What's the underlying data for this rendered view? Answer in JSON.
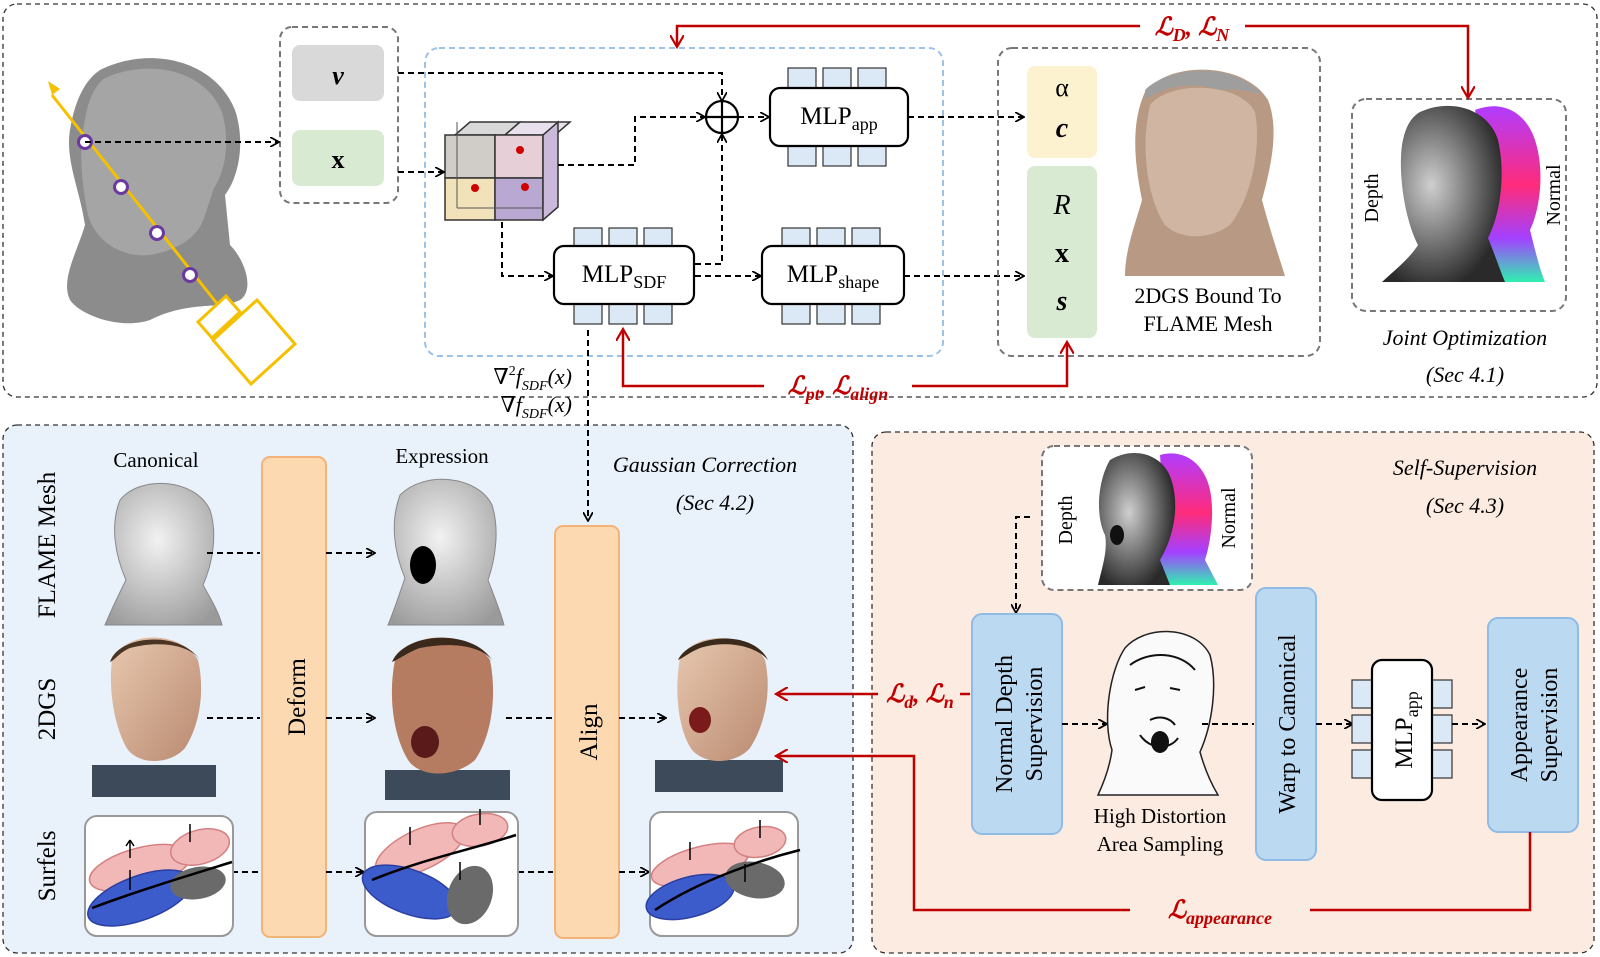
{
  "top": {
    "input_v": "v",
    "input_x": "x",
    "mlp_app": {
      "base": "MLP",
      "sub": "app"
    },
    "mlp_sdf": {
      "base": "MLP",
      "sub": "SDF"
    },
    "mlp_shape": {
      "base": "MLP",
      "sub": "shape"
    },
    "out_alpha": "α",
    "out_c": "c",
    "out_R": "R",
    "out_x": "x",
    "out_s": "s",
    "bound_caption_1": "2DGS Bound To",
    "bound_caption_2": "FLAME Mesh",
    "depth_label": "Depth",
    "normal_label": "Normal",
    "joint_opt": "Joint Optimization",
    "joint_sec": "(Sec 4.1)",
    "loss_top": {
      "a": "ℒ",
      "a_sub": "D",
      "sep": ", ",
      "b": "ℒ",
      "b_sub": "N"
    },
    "loss_pt": {
      "a": "ℒ",
      "a_sub": "pt",
      "sep": ", ",
      "b": "ℒ",
      "b_sub": "align"
    },
    "grad2": {
      "pre": "∇",
      "sup": "2",
      "f": "f",
      "sub": "SDF",
      "arg": "(x)"
    },
    "grad1": {
      "pre": "∇",
      "f": "f",
      "sub": "SDF",
      "arg": "(x)"
    }
  },
  "left": {
    "title": "Gaussian  Correction",
    "sec": "(Sec 4.2)",
    "col_canonical": "Canonical",
    "col_expression": "Expression",
    "row_flame": "FLAME Mesh",
    "row_2dgs": "2DGS",
    "row_surfels": "Surfels",
    "deform": "Deform",
    "align": "Align"
  },
  "right": {
    "title": "Self-Supervision",
    "sec": "(Sec 4.3)",
    "depth_label": "Depth",
    "normal_label": "Normal",
    "normal_depth_1": "Normal Depth",
    "normal_depth_2": "Supervision",
    "high_distortion_1": "High Distortion",
    "high_distortion_2": "Area Sampling",
    "warp": "Warp to Canonical",
    "mlp_app": {
      "base": "MLP",
      "sub": "app"
    },
    "appearance_1": "Appearance",
    "appearance_2": "Supervision",
    "loss_dn": {
      "a": "ℒ",
      "a_sub": "d",
      "sep": ", ",
      "b": "ℒ",
      "b_sub": "n"
    },
    "loss_app": {
      "a": "ℒ",
      "a_sub": "appearance"
    }
  },
  "colors": {
    "red": "#c00000",
    "blue_panel": "#e9f1fb",
    "peach_panel": "#fcebe0",
    "orange_box": "#fcd9b0",
    "blue_box": "#bcd9f2",
    "green_box": "#d9ead3",
    "yellow_box": "#fdf2cf",
    "gray_box": "#d9d9d9",
    "camera_yellow": "#f5c000"
  }
}
